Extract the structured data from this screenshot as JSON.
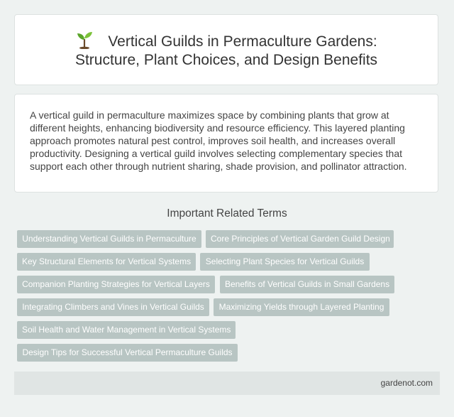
{
  "header": {
    "icon": "sprout-icon",
    "title_line1": "Vertical Guilds in Permaculture Gardens:",
    "title_line2": "Structure, Plant Choices, and Design Benefits"
  },
  "intro": {
    "text": "A vertical guild in permaculture maximizes space by combining plants that grow at different heights, enhancing biodiversity and resource efficiency. This layered planting approach promotes natural pest control, improves soil health, and increases overall productivity. Designing a vertical guild involves selecting complementary species that support each other through nutrient sharing, shade provision, and pollinator attraction."
  },
  "terms": {
    "heading": "Important Related Terms",
    "items": [
      "Understanding Vertical Guilds in Permaculture",
      "Core Principles of Vertical Garden Guild Design",
      "Key Structural Elements for Vertical Systems",
      "Selecting Plant Species for Vertical Guilds",
      "Companion Planting Strategies for Vertical Layers",
      "Benefits of Vertical Guilds in Small Gardens",
      "Integrating Climbers and Vines in Vertical Guilds",
      "Maximizing Yields through Layered Planting",
      "Soil Health and Water Management in Vertical Systems",
      "Design Tips for Successful Vertical Permaculture Guilds"
    ]
  },
  "footer": {
    "site": "gardenot.com"
  },
  "colors": {
    "tag_bg": "#b8c5c3",
    "page_bg": "#eef2f1"
  }
}
